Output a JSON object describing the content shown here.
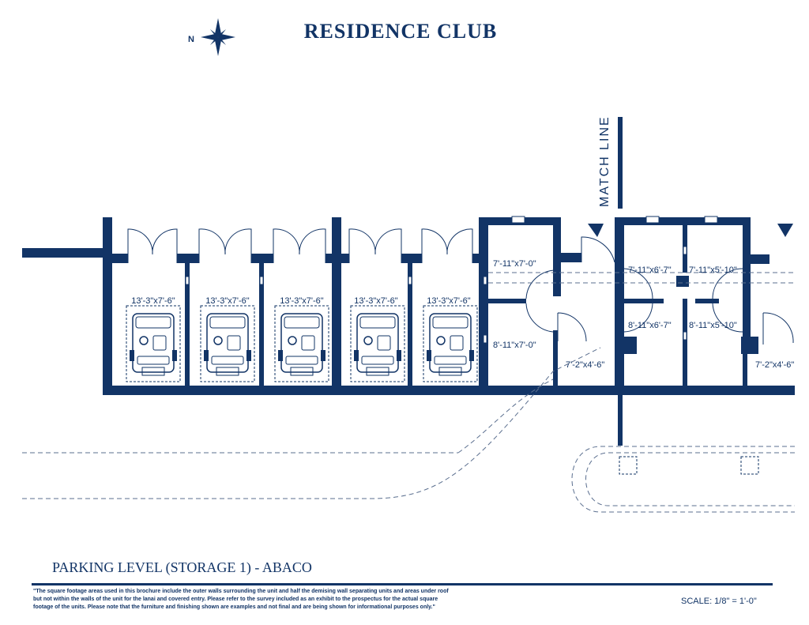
{
  "header": {
    "title": "RESIDENCE CLUB",
    "compass_label": "N"
  },
  "plan": {
    "match_line_label": "MATCH LINE",
    "garage_units": [
      {
        "dims": "13'-3\"x7'-6\""
      },
      {
        "dims": "13'-3\"x7'-6\""
      },
      {
        "dims": "13'-3\"x7'-6\""
      },
      {
        "dims": "13'-3\"x7'-6\""
      },
      {
        "dims": "13'-3\"x7'-6\""
      }
    ],
    "storage_rooms": [
      {
        "dims": "7'-11\"x7'-0\""
      },
      {
        "dims": "8'-11\"x7'-0\""
      },
      {
        "dims": "7'-2\"x4'-6\""
      },
      {
        "dims": "7'-11\"x6'-7\""
      },
      {
        "dims": "7'-11\"x5'-10\""
      },
      {
        "dims": "8'-11\"x6'-7\""
      },
      {
        "dims": "8'-11\"x5'-10\""
      },
      {
        "dims": "7'-2\"x4'-6\""
      }
    ]
  },
  "footer": {
    "floor_name": "PARKING LEVEL (STORAGE 1) - ABACO",
    "disclaimer_lines": [
      "\"The square footage areas used in this brochure include the outer walls surrounding the unit and half the demising wall separating units and areas under roof",
      "but not within the walls of the unit for the lanai and covered entry. Please refer to the survey included as an exhibit to the prospectus for the actual square",
      "footage of the units.  Please note that the furniture and finishing shown are examples and not final and are being shown for informational purposes only.\""
    ],
    "scale": "SCALE: 1/8\" = 1'-0\""
  },
  "colors": {
    "primary": "#123466",
    "dashed": "#5b6f8f"
  }
}
